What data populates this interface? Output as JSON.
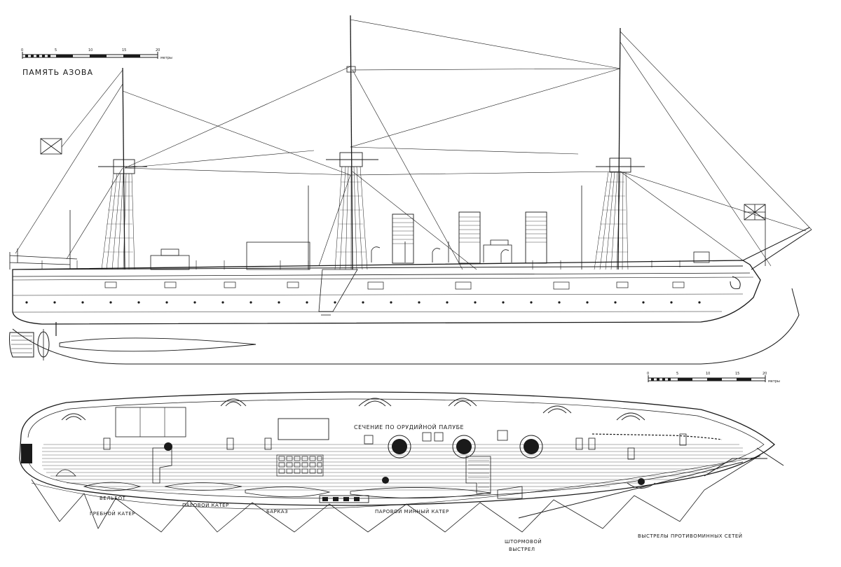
{
  "title": "ПАМЯТЬ АЗОВА",
  "scale_top": {
    "ticks": [
      "0",
      "5",
      "10",
      "15",
      "20"
    ],
    "unit": "метры"
  },
  "scale_bottom": {
    "ticks": [
      "0",
      "5",
      "10",
      "15",
      "20"
    ],
    "unit": "метры"
  },
  "labels": {
    "gun_deck_section": "СЕЧЕНИЕ ПО ОРУДИЙНОЙ ПАЛУБЕ",
    "whaleboat": "ВЕЛЬБОТ",
    "rowing_cutter": "ГРЕБНОЙ КАТЕР",
    "steam_cutter": "ПАРОВОЙ КАТЕР",
    "launch": "БАРКАЗ",
    "steam_torpedo_cutter": "ПАРОВОЙ МИННЫЙ КАТЕР",
    "storm_boom_1": "ШТОРМОВОЙ",
    "storm_boom_2": "ВЫСТРЕЛ",
    "net_booms": "ВЫСТРЕЛЫ ПРОТИВОМИННЫХ СЕТЕЙ"
  },
  "colors": {
    "ink": "#1a1a1a",
    "paper": "#ffffff"
  }
}
